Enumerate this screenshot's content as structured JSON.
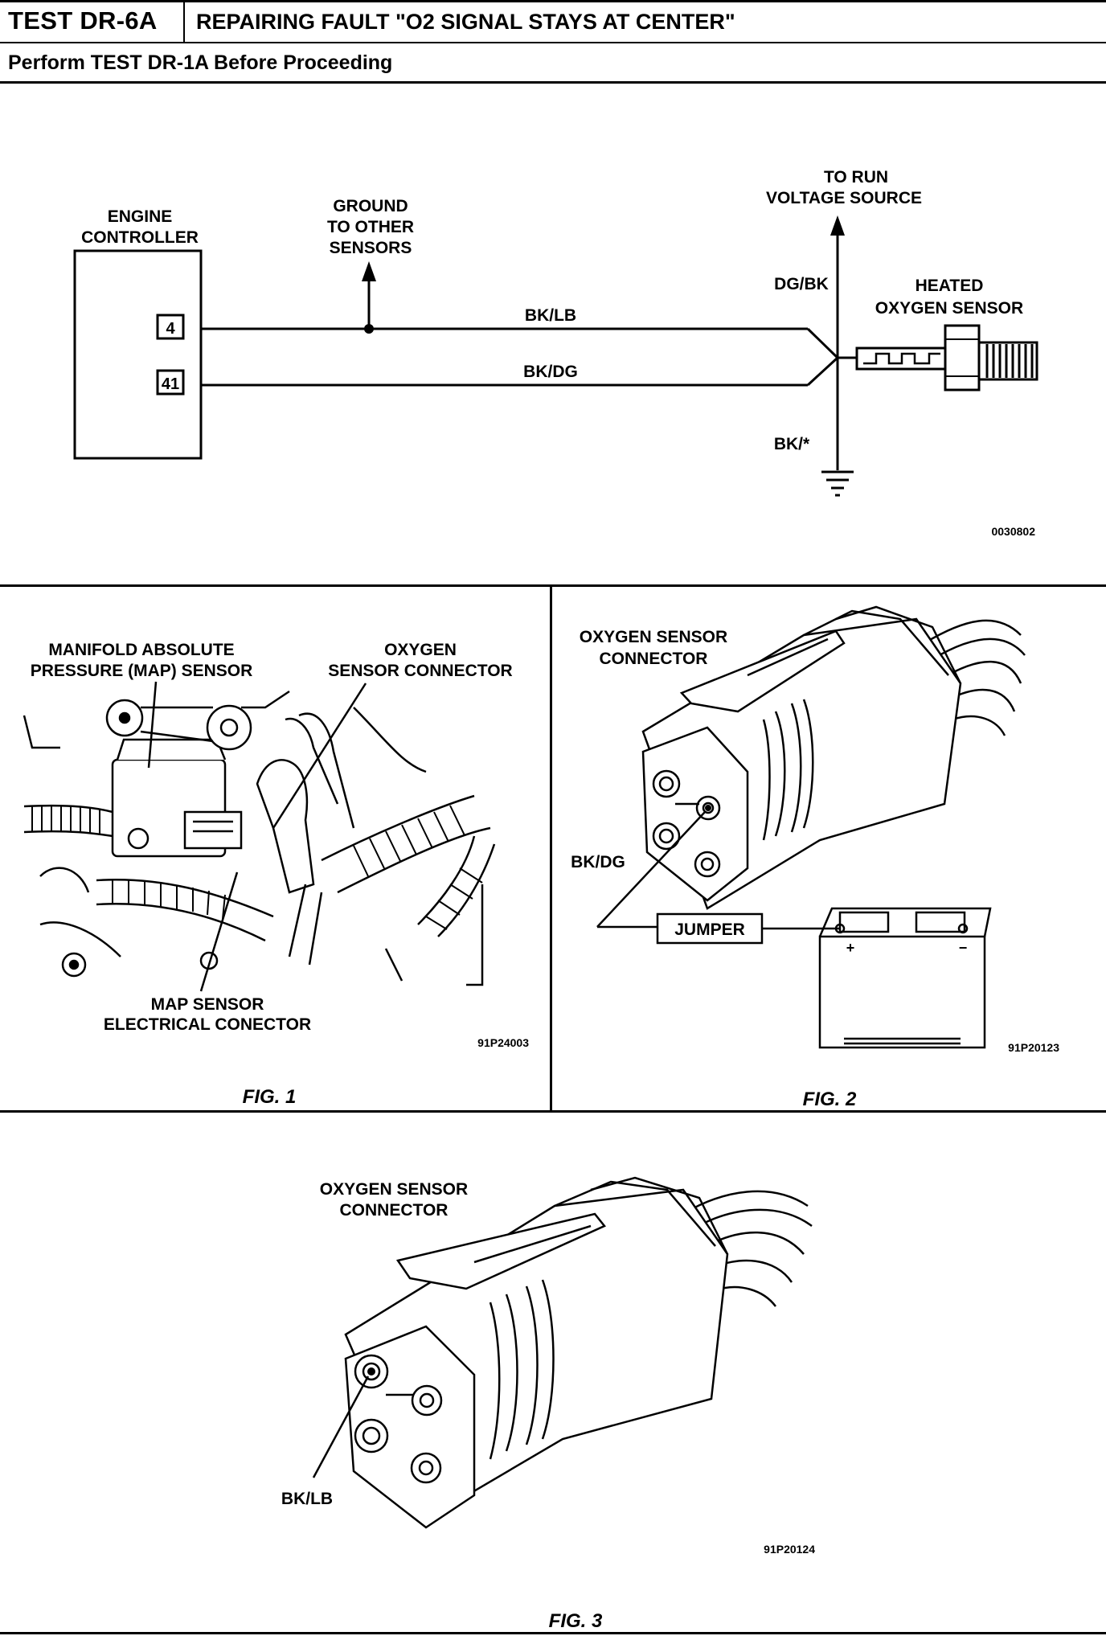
{
  "header": {
    "test_id": "TEST DR-6A",
    "title": "REPAIRING FAULT \"O2 SIGNAL STAYS AT CENTER\"",
    "subtitle": "Perform TEST DR-1A Before Proceeding"
  },
  "schematic": {
    "engine_controller_line1": "ENGINE",
    "engine_controller_line2": "CONTROLLER",
    "pin_a": "4",
    "pin_b": "41",
    "ground_line1": "GROUND",
    "ground_line2": "TO OTHER",
    "ground_line3": "SENSORS",
    "wire_a": "BK/LB",
    "wire_b": "BK/DG",
    "run_line1": "TO RUN",
    "run_line2": "VOLTAGE SOURCE",
    "wire_power": "DG/BK",
    "sensor_line1": "HEATED",
    "sensor_line2": "OXYGEN SENSOR",
    "wire_ground": "BK/*",
    "code": "0030802"
  },
  "fig1": {
    "map_line1": "MANIFOLD ABSOLUTE",
    "map_line2": "PRESSURE (MAP) SENSOR",
    "o2_line1": "OXYGEN",
    "o2_line2": "SENSOR CONNECTOR",
    "mapconn_line1": "MAP SENSOR",
    "mapconn_line2": "ELECTRICAL CONECTOR",
    "code": "91P24003",
    "caption": "FIG. 1"
  },
  "fig2": {
    "conn_line1": "OXYGEN SENSOR",
    "conn_line2": "CONNECTOR",
    "wire": "BK/DG",
    "jumper": "JUMPER",
    "plus": "+",
    "minus": "−",
    "code": "91P20123",
    "caption": "FIG. 2"
  },
  "fig3": {
    "conn_line1": "OXYGEN SENSOR",
    "conn_line2": "CONNECTOR",
    "wire": "BK/LB",
    "code": "91P20124",
    "caption": "FIG. 3"
  }
}
